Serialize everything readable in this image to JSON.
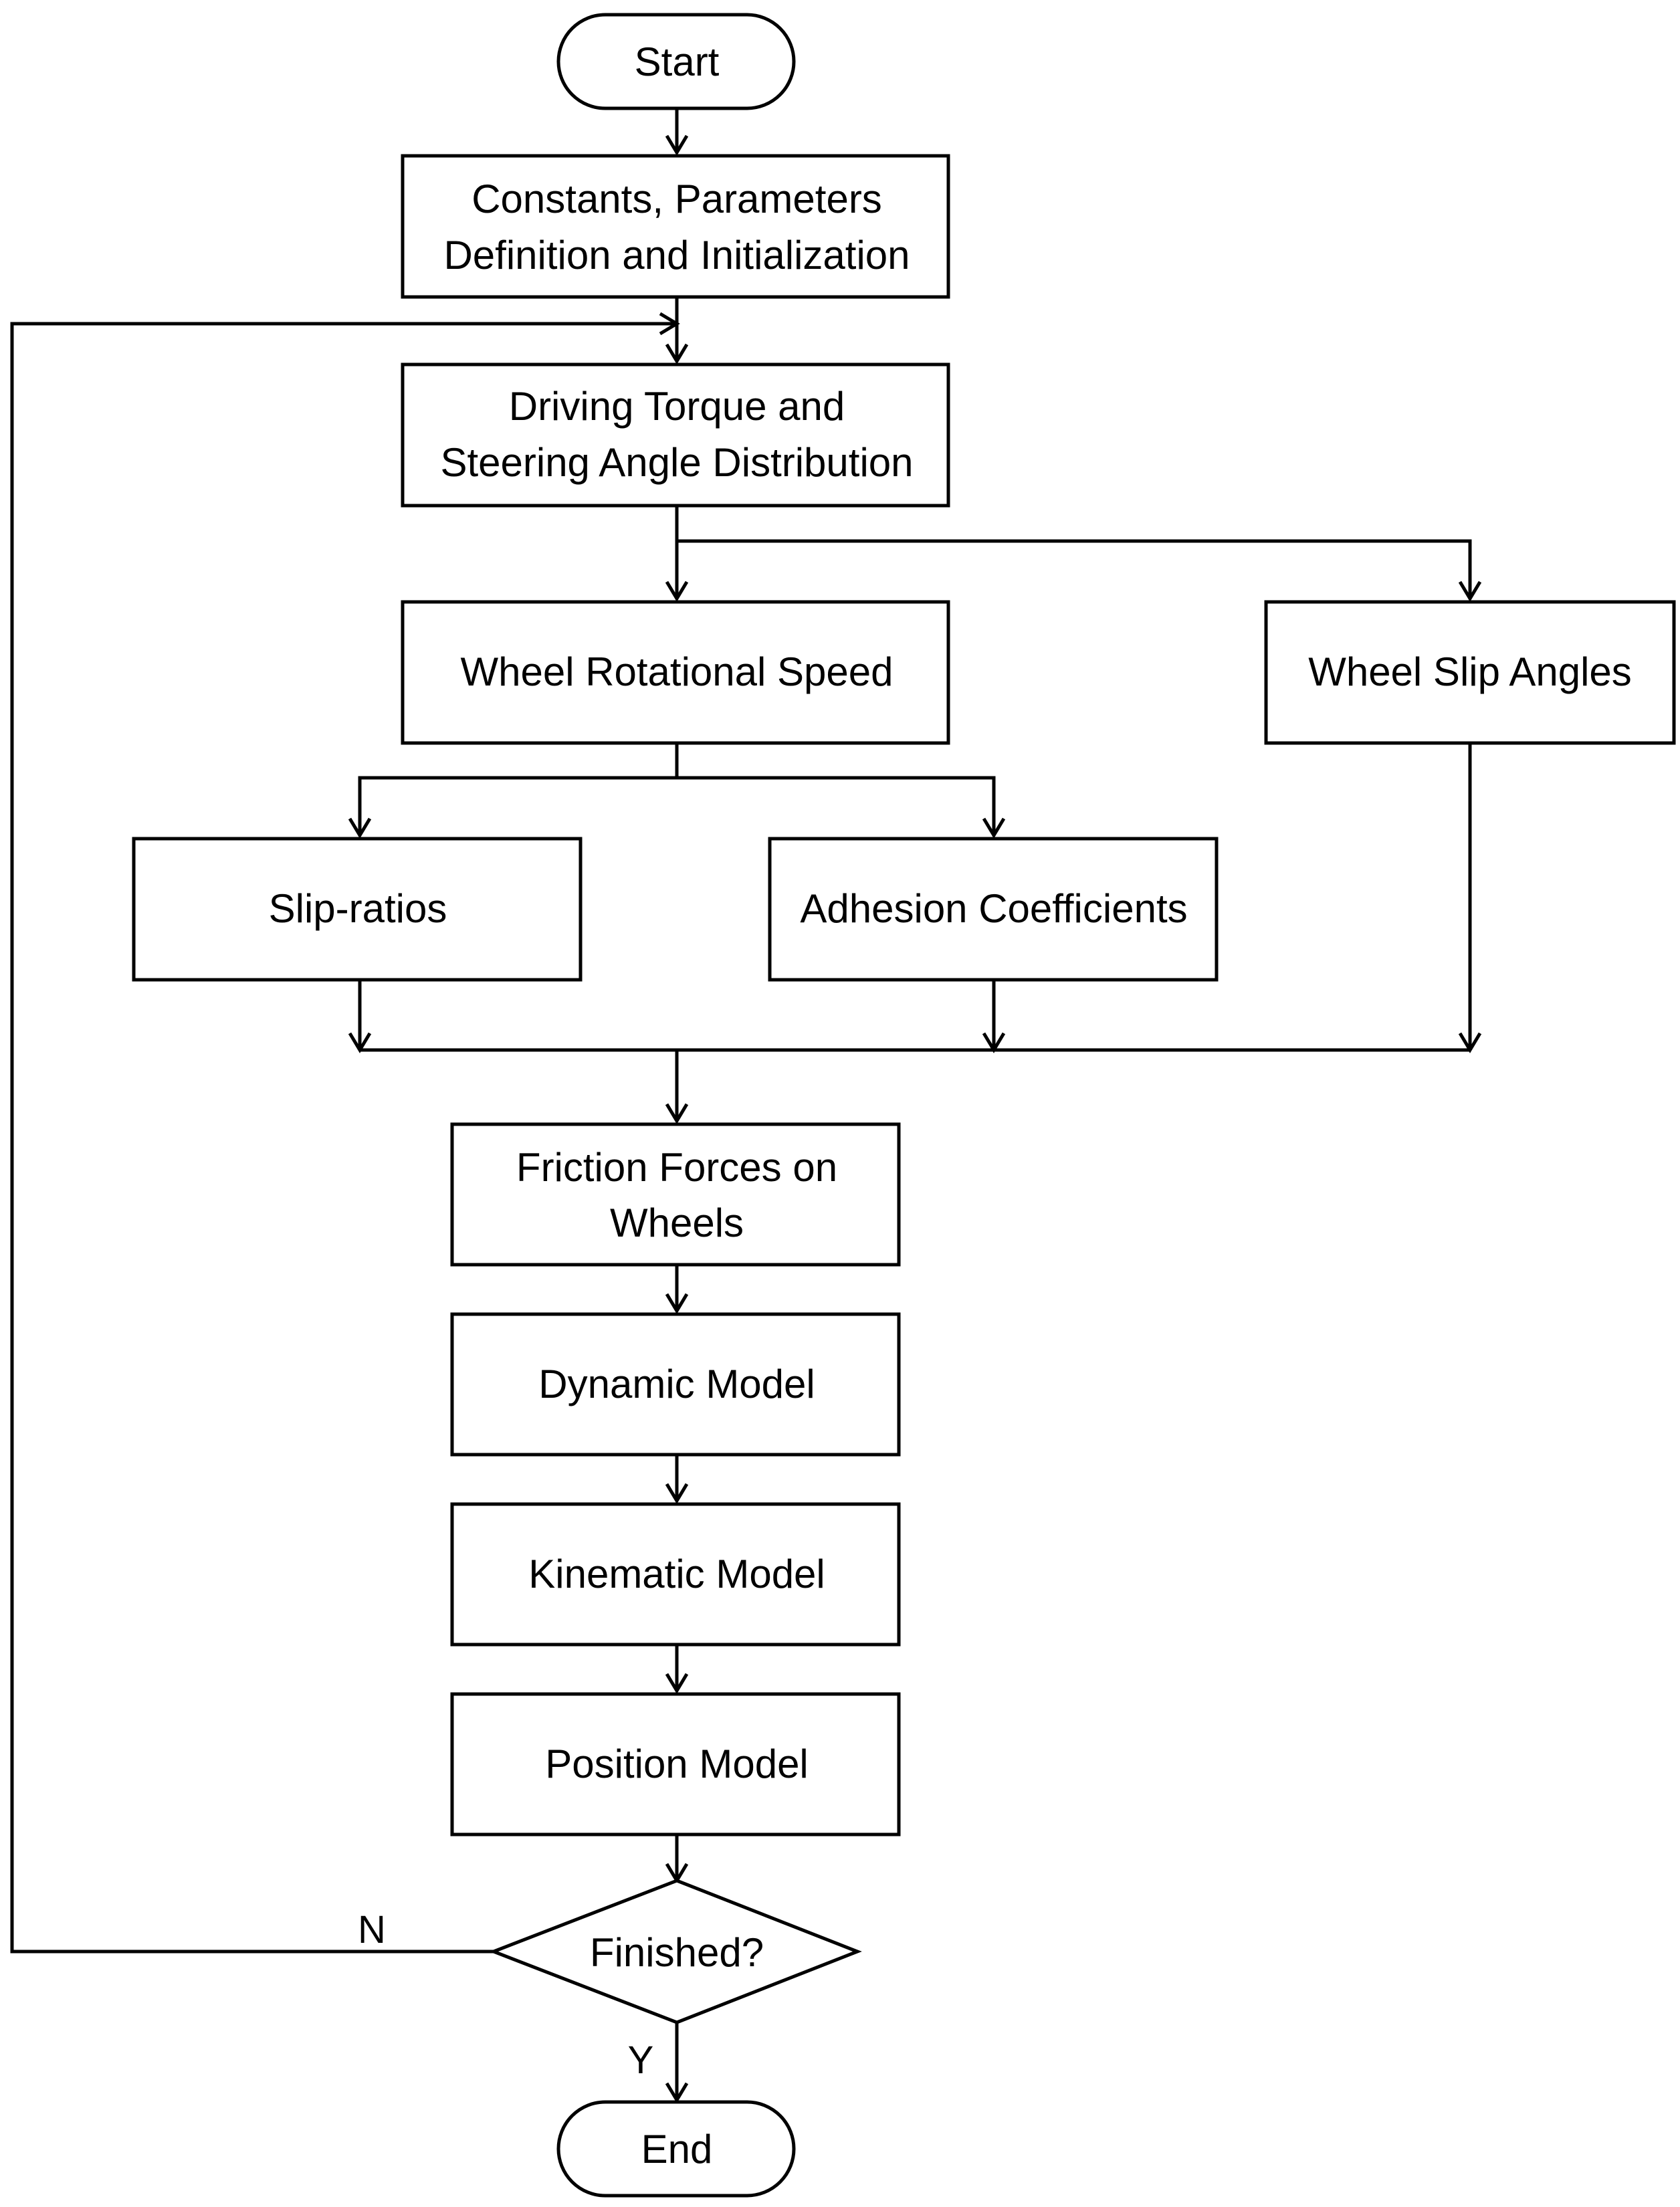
{
  "nodes": {
    "start": {
      "lines": [
        "Start"
      ]
    },
    "init": {
      "lines": [
        "Constants, Parameters",
        "Definition and Initialization"
      ]
    },
    "torque": {
      "lines": [
        "Driving Torque and",
        "Steering Angle Distribution"
      ]
    },
    "wheel_speed": {
      "lines": [
        "Wheel Rotational Speed"
      ]
    },
    "slip_angles": {
      "lines": [
        "Wheel Slip Angles"
      ]
    },
    "slip_ratios": {
      "lines": [
        "Slip-ratios"
      ]
    },
    "adhesion": {
      "lines": [
        "Adhesion Coefficients"
      ]
    },
    "friction": {
      "lines": [
        "Friction Forces on",
        "Wheels"
      ]
    },
    "dynamic": {
      "lines": [
        "Dynamic Model"
      ]
    },
    "kinematic": {
      "lines": [
        "Kinematic Model"
      ]
    },
    "position": {
      "lines": [
        "Position Model"
      ]
    },
    "finished": {
      "lines": [
        "Finished?"
      ]
    },
    "end": {
      "lines": [
        "End"
      ]
    }
  },
  "branches": {
    "no": "N",
    "yes": "Y"
  }
}
